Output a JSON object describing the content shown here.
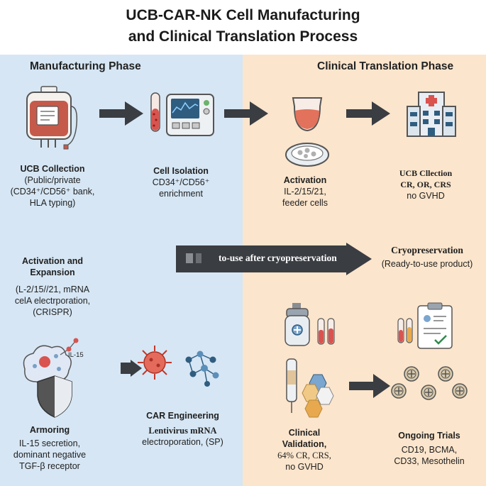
{
  "title": {
    "line1": "UCB-CAR-NK Cell Manufacturing",
    "line2": "and Clinical Translation Process"
  },
  "phases": {
    "manufacturing": "Manufacturing Phase",
    "clinical": "Clinical Translation Phase"
  },
  "steps": {
    "ucb_collection": {
      "title": "UCB Collection",
      "line1": "(Public/private",
      "line2": "(CD34⁺/CD56⁺ bank,",
      "line3": "HLA typing)"
    },
    "cell_isolation": {
      "title": "Cell Isolation",
      "line1": "CD34⁺/CD56⁺",
      "line2": "enrichment"
    },
    "activation": {
      "title": "Activation",
      "line1": "IL-2/15/21,",
      "line2": "feeder cells"
    },
    "ucb_cllection": {
      "title": "UCB Cllection",
      "line1": "CR,  OR, CRS",
      "line2": "no GVHD"
    },
    "activation_expansion": {
      "title1": "Activation and",
      "title2": "Expansion",
      "line1": "(L-2/15//21, mRNA",
      "line2": "celA electrporation,",
      "line3": "(CRISPR)"
    },
    "band": {
      "text": "to-use after cryopreservation"
    },
    "cryopreservation": {
      "title": "Cryopreservation",
      "line1": "(Ready-to-use product)"
    },
    "armoring": {
      "title": "Armoring",
      "line1": "IL-15 secretion,",
      "line2": "dominant negative",
      "line3": "TGF-β receptor",
      "icon_label": "IL-15"
    },
    "car_engineering": {
      "title": "CAR Engineering",
      "line1": "Lentivirus mRNA",
      "line2": "electroporation,  (SP)"
    },
    "clinical_validation": {
      "title1": "Clinical",
      "title2": "Validation,",
      "line1": "64% CR, CRS,",
      "line2": "no GVHD"
    },
    "ongoing_trials": {
      "title": "Ongoing Trials",
      "line1": "CD19, BCMA,",
      "line2": "CD33, Mesothelin"
    }
  },
  "colors": {
    "left_panel": "#d6e6f4",
    "right_panel": "#fbe5cc",
    "arrow": "#3a3d42",
    "accent_red": "#d9534f"
  }
}
